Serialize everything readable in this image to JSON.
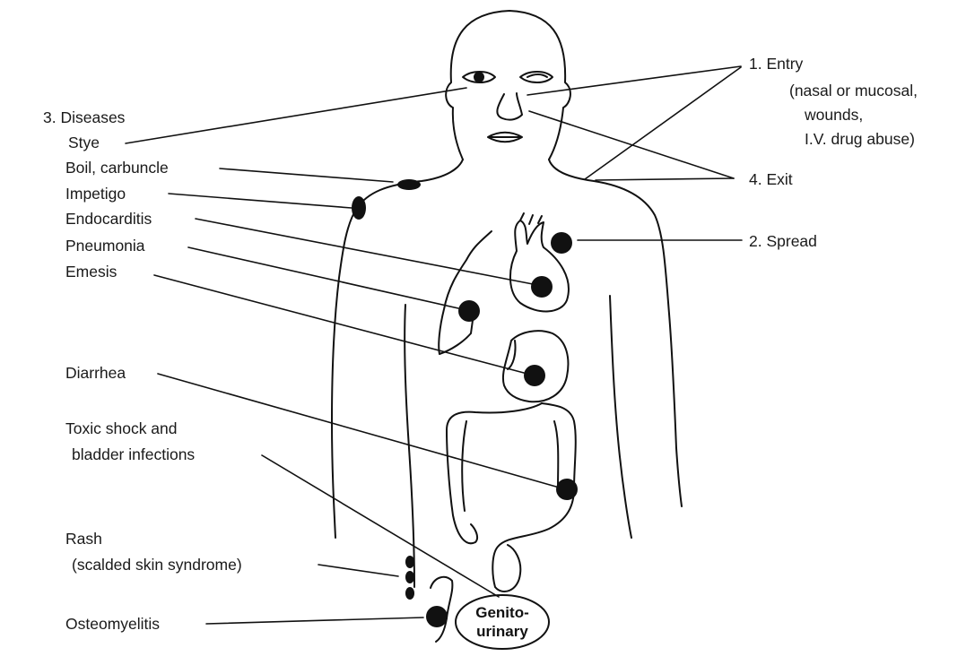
{
  "entry": {
    "title": "1. Entry",
    "details": [
      "(nasal or mucosal,",
      "wounds,",
      "I.V. drug abuse)"
    ]
  },
  "spread": "2. Spread",
  "diseases_title": "3. Diseases",
  "exit": "4. Exit",
  "diseases": {
    "stye": "Stye",
    "boil": "Boil, carbuncle",
    "impetigo": "Impetigo",
    "endocarditis": "Endocarditis",
    "pneumonia": "Pneumonia",
    "emesis": "Emesis",
    "diarrhea": "Diarrhea",
    "toxic_shock_1": "Toxic shock and",
    "toxic_shock_2": "bladder infections",
    "rash_1": "Rash",
    "rash_2": "(scalded skin syndrome)",
    "osteomyelitis": "Osteomyelitis"
  },
  "genitourinary": [
    "Genito-",
    "urinary"
  ],
  "colors": {
    "ink": "#111111",
    "background": "#ffffff"
  }
}
